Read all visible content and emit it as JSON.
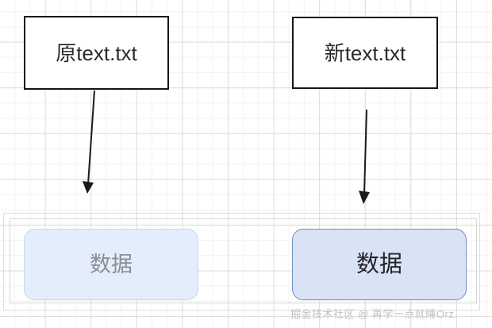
{
  "diagram": {
    "title": "file-copy-data-flow",
    "background": {
      "grid_minor_color": "#f3f3f3",
      "grid_major_color": "#dcdcdc",
      "canvas_color": "#ffffff"
    },
    "nodes": [
      {
        "id": "file-box-original",
        "label": "原text.txt",
        "shape": "rectangle",
        "fill": "#ffffff",
        "stroke": "#151515",
        "text_color": "#2b2b2b"
      },
      {
        "id": "file-box-new",
        "label": "新text.txt",
        "shape": "rectangle",
        "fill": "#ffffff",
        "stroke": "#151515",
        "text_color": "#2b2b2b"
      },
      {
        "id": "data-box-old",
        "label": "数据",
        "shape": "rounded-rectangle",
        "fill": "#e4edfb",
        "stroke": "#c7d5ea",
        "text_color": "#8d8d94",
        "state": "faded"
      },
      {
        "id": "data-box-new",
        "label": "数据",
        "shape": "rounded-rectangle",
        "fill": "#dae3f5",
        "stroke": "#6c8ebf",
        "text_color": "#22222a",
        "state": "active"
      }
    ],
    "edges": [
      {
        "id": "arrow-original-to-old-data",
        "from": "file-box-original",
        "to": "data-box-old",
        "style": "solid",
        "color": "#1a1a1a",
        "arrowhead": "filled-triangle"
      },
      {
        "id": "arrow-new-to-new-data",
        "from": "file-box-new",
        "to": "data-box-new",
        "style": "solid",
        "color": "#1a1a1a",
        "arrowhead": "filled-triangle"
      }
    ],
    "containers": [
      {
        "id": "pool-outer",
        "stroke": "#dfdfdf"
      },
      {
        "id": "pool-inner",
        "stroke": "#d7d7d7"
      }
    ],
    "watermark": {
      "text": "掘金技术社区 @ 再学一点就睡Orz",
      "color": "#c2c2c2"
    }
  }
}
